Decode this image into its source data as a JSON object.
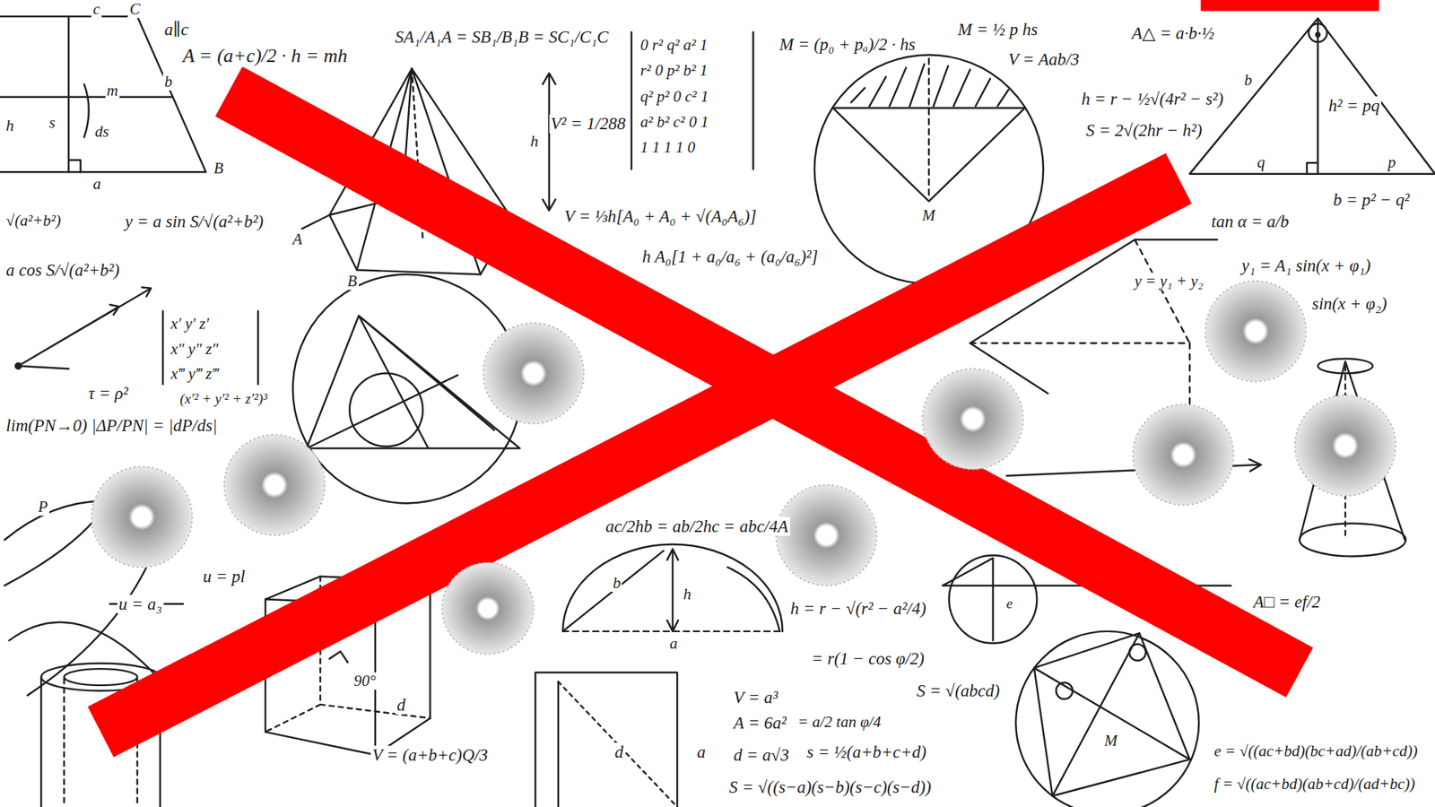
{
  "diagram": {
    "labels": [
      "a∥c",
      "A = (a+c)/2 · h = mh",
      "SA₁/A₁A = SB₁/B₁B = SC₁/C₁C",
      "V² = 1/288",
      "0 r² q² a² 1",
      "r² 0 p² b² 1",
      "q² p² 0 c² 1",
      "a² b² c² 0 1",
      "1 1 1 1 0",
      "M = (p₀ + pₐ)/2 · hs",
      "M = ½ p hs",
      "V = Aab/3",
      "A△ = a·b·½",
      "h = r − ½√(4r² − s²)",
      "S = 2√(2hr − h²)",
      "h² = pq",
      "b = p² − q²",
      "y = a sin S/√(a²+b²)",
      "a cos S/√(a²+b²)",
      "√(a²+b²)",
      "V = ⅓h[A₀ + A₀ + √(A₀A₆)]",
      "h A₀[1 + a₀/a₆ + (a₀/a₆)²]",
      "tan α = a/b",
      "y = y₁ + y₂",
      "y₁ = A₁ sin(x + φ₁)",
      "sin(x + φ₂)",
      "x′ y′ z′",
      "x″ y″ z″",
      "x‴ y‴ z‴",
      "τ = ρ²",
      "lim(PN→0) |ΔP/PN| = |dP/ds|",
      "(x′² + y′² + z′²)³",
      "ac/2hb = ab/2hc = abc/4A",
      "u = pl",
      "u = a₃",
      "90°",
      "V = (a+b+c)Q/3",
      "h = r − √(r² − a²/4)",
      "= r(1 − cos φ/2)",
      "V = a³",
      "= a/2 tan φ/4",
      "A = 6a²",
      "S = √(abcd)",
      "d = a√3",
      "s = ½(a+b+c+d)",
      "S = √((s−a)(s−b)(s−c)(s−d))",
      "A□ = ef/2",
      "e = √((ac+bd)(bc+ad)/(ab+cd))",
      "f = √((ac+bd)(ab+cd)/(ad+bc))",
      "c",
      "C",
      "b",
      "m",
      "h",
      "s",
      "ds",
      "a",
      "B",
      "h",
      "M",
      "b",
      "q",
      "p",
      "a",
      "b",
      "h",
      "d",
      "a",
      "e",
      "M",
      "P",
      "A",
      "B",
      "d"
    ]
  }
}
